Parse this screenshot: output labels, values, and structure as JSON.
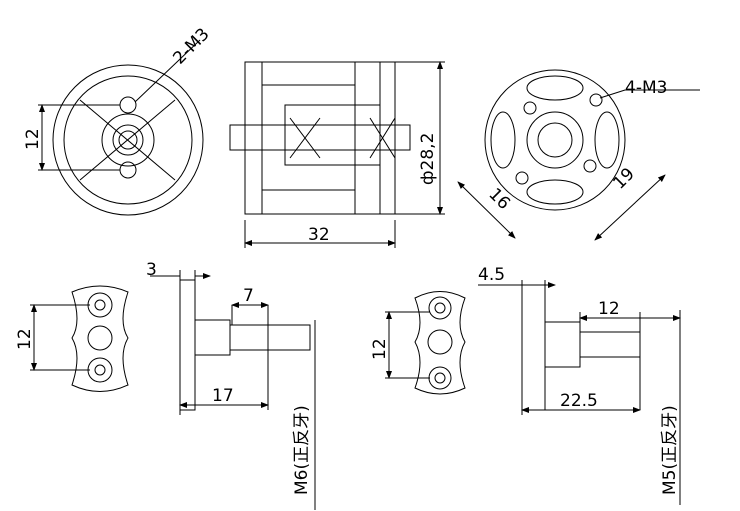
{
  "front_view": {
    "holes_label": "2-M3",
    "spacing": "12"
  },
  "side_view": {
    "length": "32",
    "diameter": "ф28,2"
  },
  "back_view": {
    "holes_label": "4-M3",
    "dim_a": "16",
    "dim_b": "19"
  },
  "adapter_m6": {
    "spacing": "12",
    "flange": "3",
    "shaft": "7",
    "total": "17",
    "thread": "M6(正反牙)"
  },
  "adapter_m5": {
    "spacing": "12",
    "flange": "4.5",
    "shaft": "12",
    "total": "22.5",
    "thread": "M5(正反牙)"
  }
}
